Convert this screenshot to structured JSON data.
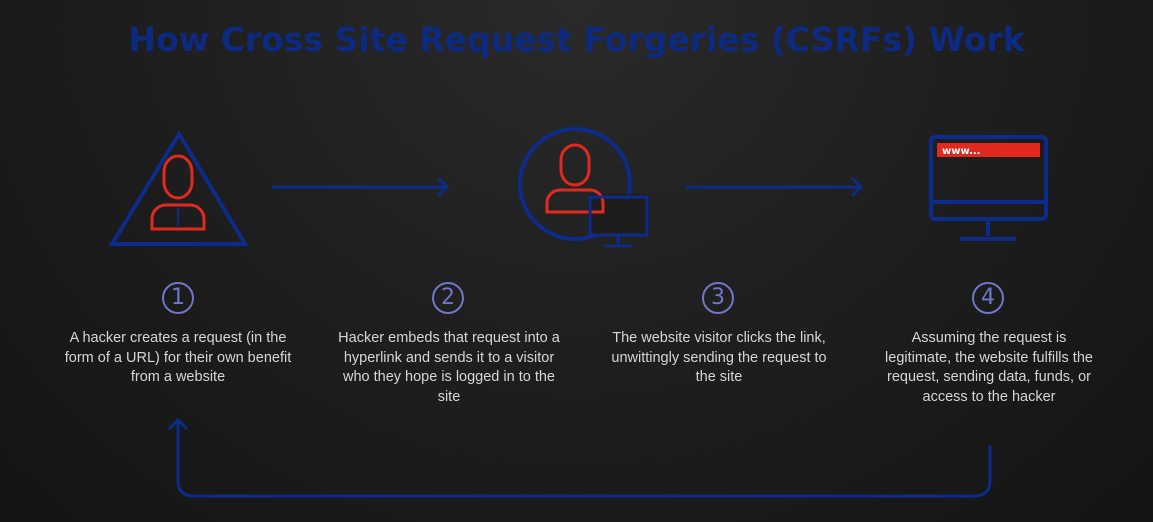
{
  "title": "How Cross Site Request Forgeries (CSRFs) Work",
  "colors": {
    "outline_blue": "#0d2b8a",
    "accent_red": "#e02a1f",
    "badge_purple": "#6d78c8",
    "text": "#d6d6d6",
    "background": "#1d1d1d"
  },
  "steps": [
    {
      "number": "1",
      "icon": "hacker-warning-icon",
      "text": "A hacker creates a request (in the form of a URL) for their own benefit from a website"
    },
    {
      "number": "2",
      "icon": "visitor-computer-icon",
      "text": "Hacker embeds that request into a hyperlink and sends it to a visitor who they hope is logged in to the site"
    },
    {
      "number": "3",
      "icon": "",
      "text": "The website visitor clicks the link, unwittingly sending the request to the site"
    },
    {
      "number": "4",
      "icon": "website-monitor-icon",
      "text": "Assuming the request is legitimate, the website fulfills the request, sending data, funds, or access to the hacker"
    }
  ],
  "browser_url": "www..."
}
